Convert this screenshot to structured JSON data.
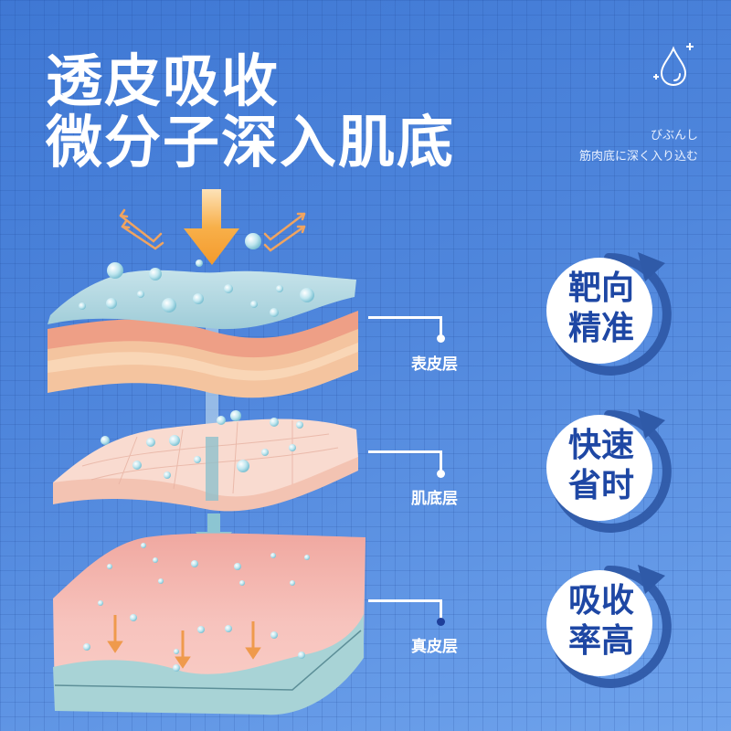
{
  "header": {
    "title_line1": "透皮吸收",
    "title_line2": "微分子深入肌底",
    "icon": "water-drop-sparkle-icon",
    "jp_subtitle_line1": "びぶんし",
    "jp_subtitle_line2": "筋肉底に深く入り込む"
  },
  "layers": [
    {
      "label": "表皮层",
      "dot_color": "#ffffff"
    },
    {
      "label": "肌底层",
      "dot_color": "#ffffff"
    },
    {
      "label": "真皮层",
      "dot_color": "#1e3f9a"
    }
  ],
  "features": [
    {
      "line1": "靶向",
      "line2": "精准"
    },
    {
      "line1": "快速",
      "line2": "省时"
    },
    {
      "line1": "吸收",
      "line2": "率高"
    }
  ],
  "colors": {
    "background_top": "#3f78d4",
    "background_bottom": "#6fa3ec",
    "feature_text": "#1e47a4",
    "arrow_ring": "#2f5aa8",
    "main_arrow": "#f5a43a",
    "skin_pink": "#f6c2b0",
    "water_layer": "#a9d4de"
  }
}
